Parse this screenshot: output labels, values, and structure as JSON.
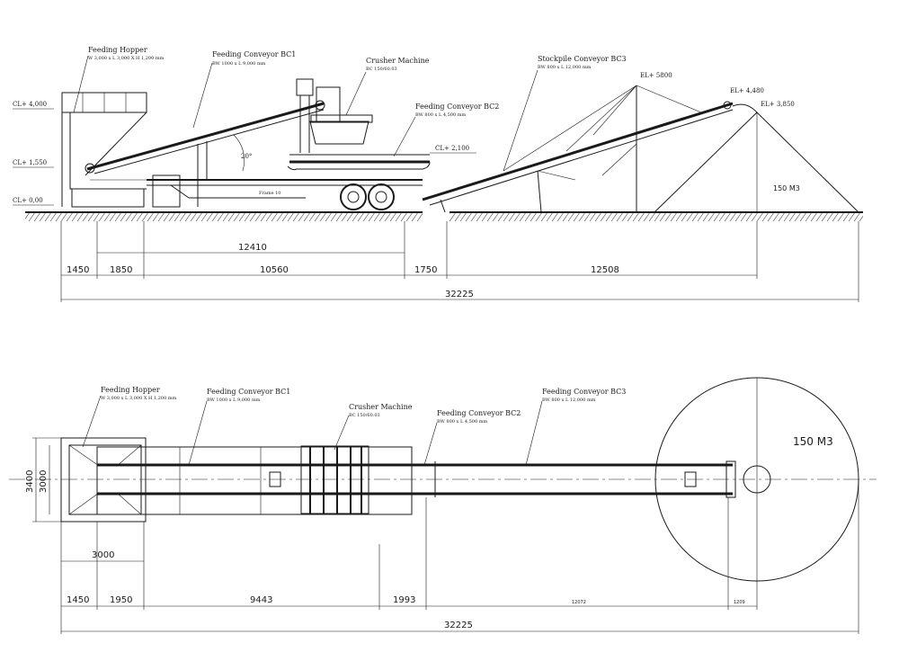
{
  "elevation": {
    "labels": {
      "hopper": {
        "title": "Feeding Hopper",
        "spec": "W 3,000 x L 3,000 X H 1,200 mm"
      },
      "bc1": {
        "title": "Feeding Conveyor BC1",
        "spec": "BW 1000 x L 9,000 mm"
      },
      "crusher": {
        "title": "Crusher Machine",
        "spec": "BC 150/60.03"
      },
      "bc2": {
        "title": "Feeding Conveyor BC2",
        "spec": "BW 800 x L 4,500 mm"
      },
      "bc3": {
        "title": "Stockpile Conveyor BC3",
        "spec": "BW 800 x L 12,000 mm"
      }
    },
    "levels": [
      "CL+ 4,000",
      "CL+ 1,550",
      "CL+ 0,00",
      "CL+ 2,100",
      "EL+ 5800",
      "EL+ 4,480",
      "EL+ 3,850"
    ],
    "pile_label": "150 M3",
    "frame_label": "Frame 10",
    "dims": {
      "overall_a": "12410",
      "segments": [
        "1450",
        "1850",
        "10560",
        "1750",
        "12508"
      ],
      "total": "32225"
    }
  },
  "plan": {
    "labels": {
      "hopper": {
        "title": "Feeding Hopper",
        "spec": "W 3,000 x L 3,000 X H 1,200 mm"
      },
      "bc1": {
        "title": "Feeding Conveyor BC1",
        "spec": "BW 1000 x L 9,000 mm"
      },
      "crusher": {
        "title": "Crusher Machine",
        "spec": "BC 150/60.03"
      },
      "bc2": {
        "title": "Feeding Conveyor BC2",
        "spec": "BW 800 x L 4,500 mm"
      },
      "bc3": {
        "title": "Feeding Conveyor BC3",
        "spec": "BW 800 x L 12,000 mm"
      }
    },
    "side_dims": [
      "3400",
      "3000"
    ],
    "hopper_width": "3000",
    "pile_label": "150 M3",
    "dims": {
      "segments": [
        "1450",
        "1950",
        "9443",
        "1993",
        "12072",
        "1209"
      ],
      "total": "32225"
    }
  }
}
